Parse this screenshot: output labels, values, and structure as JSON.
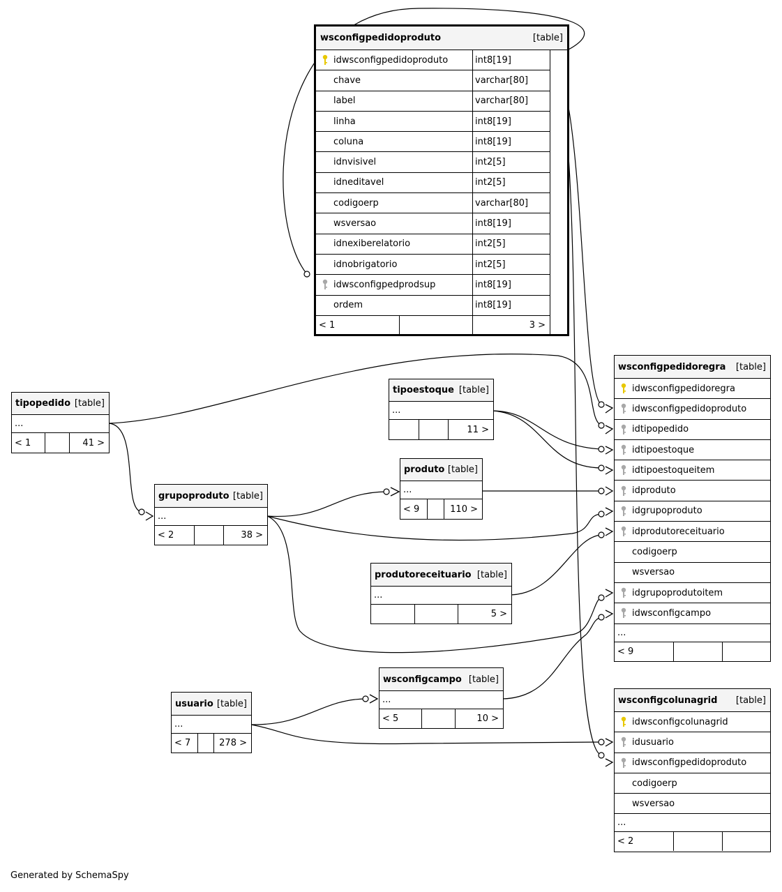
{
  "footer": "Generated by SchemaSpy",
  "table_kind": "[table]",
  "key_colors": {
    "primary": "#e8c800",
    "foreign": "#a8a8a8"
  },
  "tables": {
    "wsconfigpedidoproduto": {
      "name": "wsconfigpedidoproduto",
      "columns": [
        {
          "name": "idwsconfigpedidoproduto",
          "type": "int8[19]",
          "key": "primary"
        },
        {
          "name": "chave",
          "type": "varchar[80]",
          "key": "none"
        },
        {
          "name": "label",
          "type": "varchar[80]",
          "key": "none"
        },
        {
          "name": "linha",
          "type": "int8[19]",
          "key": "none"
        },
        {
          "name": "coluna",
          "type": "int8[19]",
          "key": "none"
        },
        {
          "name": "idnvisivel",
          "type": "int2[5]",
          "key": "none"
        },
        {
          "name": "idneditavel",
          "type": "int2[5]",
          "key": "none"
        },
        {
          "name": "codigoerp",
          "type": "varchar[80]",
          "key": "none"
        },
        {
          "name": "wsversao",
          "type": "int8[19]",
          "key": "none"
        },
        {
          "name": "idnexiberelatorio",
          "type": "int2[5]",
          "key": "none"
        },
        {
          "name": "idnobrigatorio",
          "type": "int2[5]",
          "key": "none"
        },
        {
          "name": "idwsconfigpedprodsup",
          "type": "int8[19]",
          "key": "foreign"
        },
        {
          "name": "ordem",
          "type": "int8[19]",
          "key": "none"
        }
      ],
      "footer": {
        "parents": "< 1",
        "children": "3 >"
      }
    },
    "tipopedido": {
      "name": "tipopedido",
      "ellipsis": "...",
      "footer": {
        "parents": "< 1",
        "children": "41 >"
      }
    },
    "grupoproduto": {
      "name": "grupoproduto",
      "ellipsis": "...",
      "footer": {
        "parents": "< 2",
        "children": "38 >"
      }
    },
    "tipoestoque": {
      "name": "tipoestoque",
      "ellipsis": "...",
      "footer": {
        "parents": "",
        "children": "11 >"
      }
    },
    "produto": {
      "name": "produto",
      "ellipsis": "...",
      "footer": {
        "parents": "< 9",
        "children": "110 >"
      }
    },
    "produtoreceituario": {
      "name": "produtoreceituario",
      "ellipsis": "...",
      "footer": {
        "parents": "",
        "children": "5 >"
      }
    },
    "usuario": {
      "name": "usuario",
      "ellipsis": "...",
      "footer": {
        "parents": "< 7",
        "children": "278 >"
      }
    },
    "wsconfigcampo": {
      "name": "wsconfigcampo",
      "ellipsis": "...",
      "footer": {
        "parents": "< 5",
        "children": "10 >"
      }
    },
    "wsconfigpedidoregra": {
      "name": "wsconfigpedidoregra",
      "columns": [
        {
          "name": "idwsconfigpedidoregra",
          "key": "primary"
        },
        {
          "name": "idwsconfigpedidoproduto",
          "key": "foreign"
        },
        {
          "name": "idtipopedido",
          "key": "foreign"
        },
        {
          "name": "idtipoestoque",
          "key": "foreign"
        },
        {
          "name": "idtipoestoqueitem",
          "key": "foreign"
        },
        {
          "name": "idproduto",
          "key": "foreign"
        },
        {
          "name": "idgrupoproduto",
          "key": "foreign"
        },
        {
          "name": "idprodutoreceituario",
          "key": "foreign"
        },
        {
          "name": "codigoerp",
          "key": "none"
        },
        {
          "name": "wsversao",
          "key": "none"
        },
        {
          "name": "idgrupoprodutoitem",
          "key": "foreign"
        },
        {
          "name": "idwsconfigcampo",
          "key": "foreign"
        }
      ],
      "ellipsis": "...",
      "footer": {
        "parents": "< 9",
        "children": ""
      }
    },
    "wsconfigcolunagrid": {
      "name": "wsconfigcolunagrid",
      "columns": [
        {
          "name": "idwsconfigcolunagrid",
          "key": "primary"
        },
        {
          "name": "idusuario",
          "key": "foreign"
        },
        {
          "name": "idwsconfigpedidoproduto",
          "key": "foreign"
        },
        {
          "name": "codigoerp",
          "key": "none"
        },
        {
          "name": "wsversao",
          "key": "none"
        }
      ],
      "ellipsis": "...",
      "footer": {
        "parents": "< 2",
        "children": ""
      }
    }
  }
}
